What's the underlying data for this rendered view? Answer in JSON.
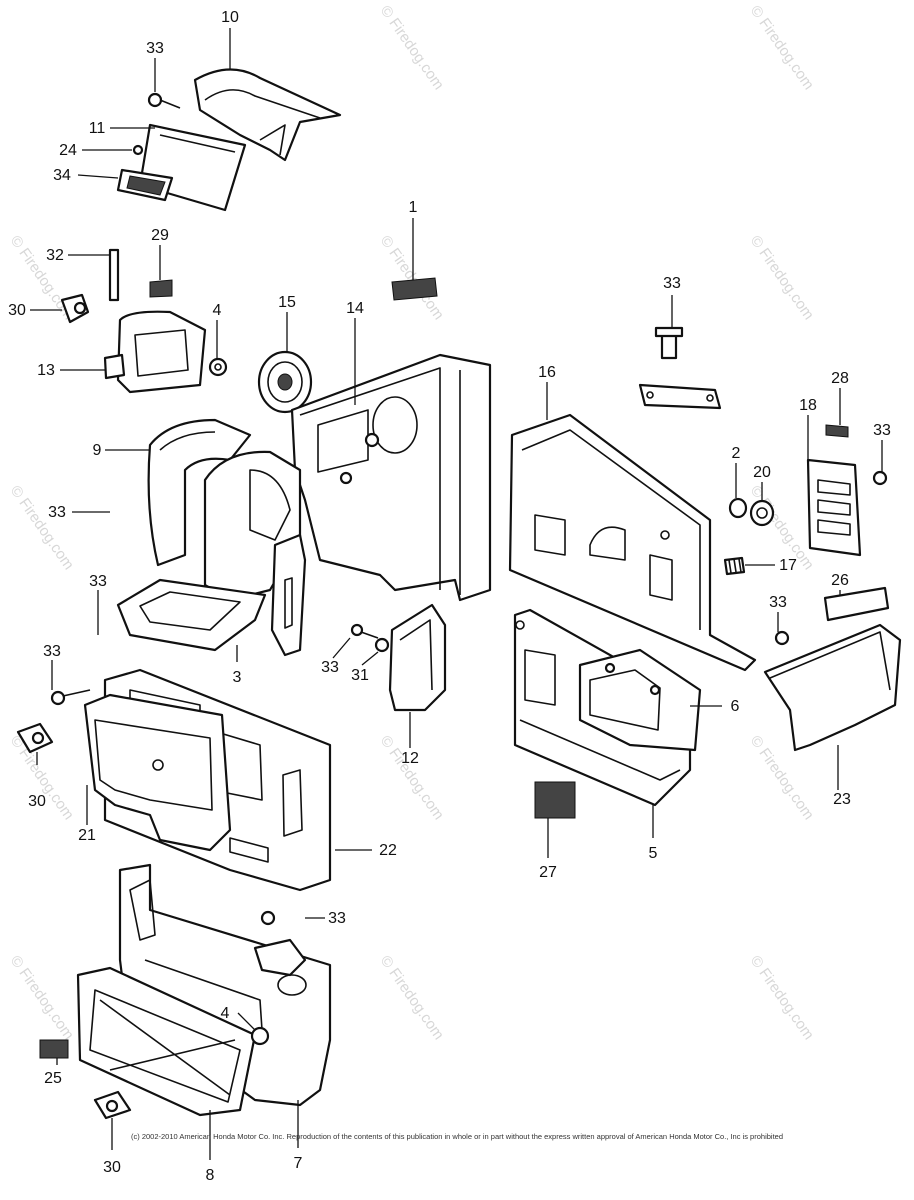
{
  "watermark": "© Firedog.com",
  "copyright": "(c) 2002-2010 American Honda Motor Co. Inc. Reproduction of the contents of this publication in whole or in part without the express written approval of American Honda Motor Co., Inc is prohibited",
  "callouts": {
    "c1": "1",
    "c2": "2",
    "c3": "3",
    "c4a": "4",
    "c4b": "4",
    "c5": "5",
    "c6": "6",
    "c7": "7",
    "c8": "8",
    "c9": "9",
    "c10": "10",
    "c11": "11",
    "c12": "12",
    "c13": "13",
    "c14": "14",
    "c15": "15",
    "c16": "16",
    "c17": "17",
    "c18": "18",
    "c20": "20",
    "c21": "21",
    "c22": "22",
    "c23": "23",
    "c24": "24",
    "c25": "25",
    "c26": "26",
    "c27": "27",
    "c28": "28",
    "c29": "29",
    "c30a": "30",
    "c30b": "30",
    "c30c": "30",
    "c31": "31",
    "c32": "32",
    "c33a": "33",
    "c33b": "33",
    "c33c": "33",
    "c33d": "33",
    "c33e": "33",
    "c33f": "33",
    "c33g": "33",
    "c33h": "33",
    "c33i": "33",
    "c34": "34"
  }
}
